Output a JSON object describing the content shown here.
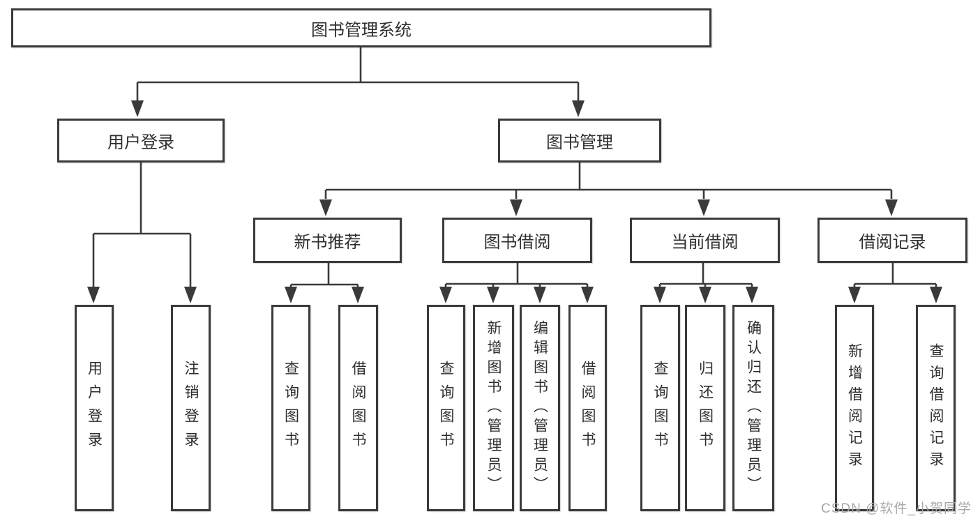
{
  "diagram": {
    "type": "hierarchy-tree",
    "tree": {
      "label": "图书管理系统",
      "children": [
        {
          "label": "用户登录",
          "children": [
            {
              "label": "用户登录"
            },
            {
              "label": "注销登录"
            }
          ]
        },
        {
          "label": "图书管理",
          "children": [
            {
              "label": "新书推荐",
              "children": [
                {
                  "label": "查询图书"
                },
                {
                  "label": "借阅图书"
                }
              ]
            },
            {
              "label": "图书借阅",
              "children": [
                {
                  "label": "查询图书"
                },
                {
                  "label": "新增图书（管理员）"
                },
                {
                  "label": "编辑图书（管理员）"
                },
                {
                  "label": "借阅图书"
                }
              ]
            },
            {
              "label": "当前借阅",
              "children": [
                {
                  "label": "查询图书"
                },
                {
                  "label": "归还图书"
                },
                {
                  "label": "确认归还（管理员）"
                }
              ]
            },
            {
              "label": "借阅记录",
              "children": [
                {
                  "label": "新增借阅记录"
                },
                {
                  "label": "查询借阅记录"
                }
              ]
            }
          ]
        }
      ]
    },
    "watermark": {
      "text": "CSDN @软件_小贺同学"
    },
    "colors": {
      "background": "#ffffff",
      "box_border": "#3a3a3a",
      "line": "#3a3a3a",
      "text": "#2e2e2e",
      "watermark": "#a5a8ac"
    }
  }
}
